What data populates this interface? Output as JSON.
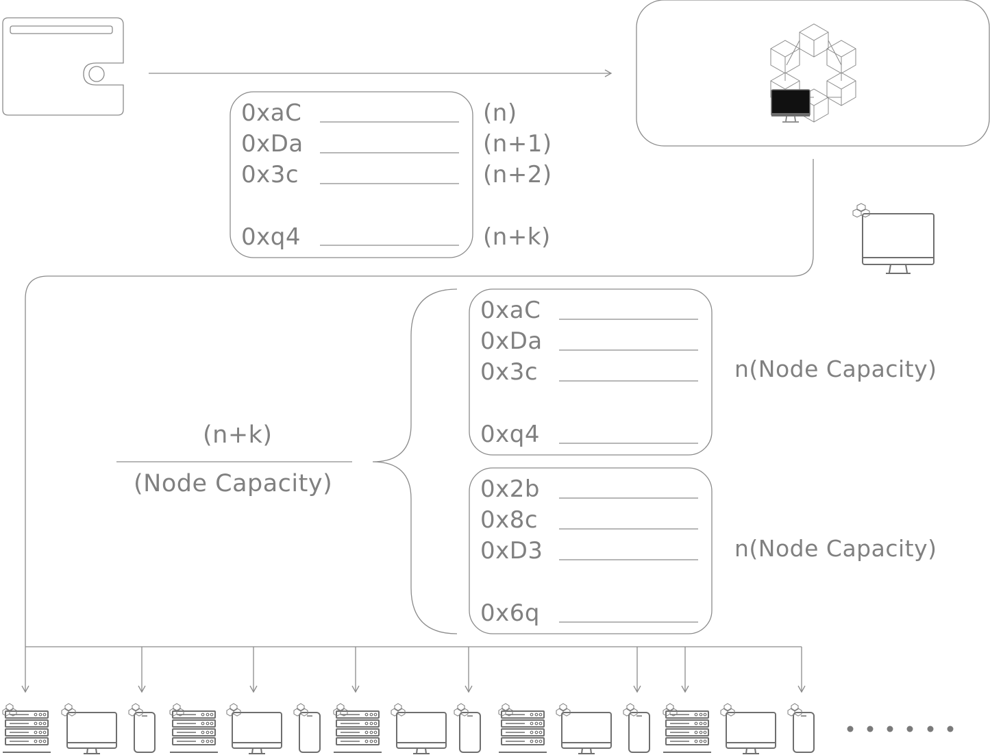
{
  "top_table": {
    "rows": [
      {
        "address": "0xaC",
        "index": "(n)"
      },
      {
        "address": "0xDa",
        "index": "(n+1)"
      },
      {
        "address": "0x3c",
        "index": "(n+2)"
      },
      {
        "address": "0xq4",
        "index": "(n+k)"
      }
    ]
  },
  "fraction": {
    "numerator": "(n+k)",
    "denominator": "(Node Capacity)"
  },
  "batches": [
    {
      "addresses": [
        "0xaC",
        "0xDa",
        "0x3c",
        "0xq4"
      ],
      "label": "n(Node Capacity)"
    },
    {
      "addresses": [
        "0x2b",
        "0x8c",
        "0xD3",
        "0x6q"
      ],
      "label": "n(Node Capacity)"
    }
  ],
  "bottom_devices": [
    "server",
    "monitor",
    "phone",
    "server",
    "monitor",
    "phone",
    "server",
    "monitor",
    "phone",
    "server",
    "monitor",
    "phone",
    "server",
    "monitor",
    "phone"
  ],
  "icons": {
    "wallet": "wallet-icon",
    "network": "blockchain-network-icon",
    "node": "monitor-node-icon",
    "more": "ellipsis-icon"
  },
  "colors": {
    "stroke": "#8a8a8a",
    "text": "#808080",
    "device": "#6e6e6e",
    "screen_dark": "#111111"
  }
}
